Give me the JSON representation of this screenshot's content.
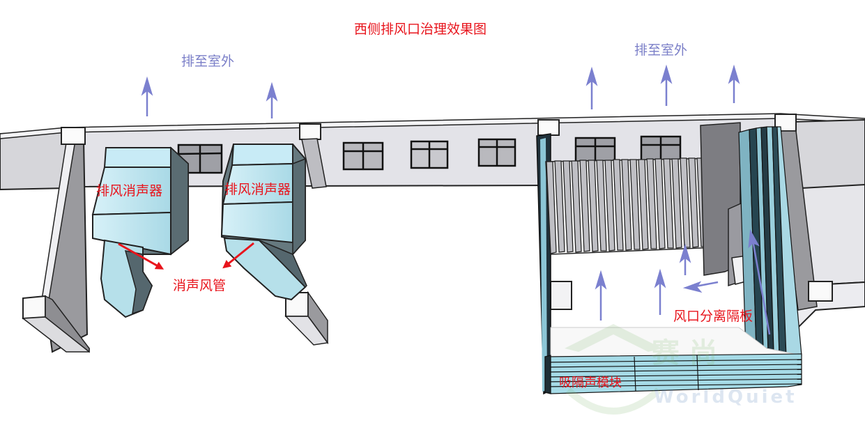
{
  "title": "西侧排风口治理效果图",
  "labels": {
    "exhaust_outdoor_left": "排至室外",
    "exhaust_outdoor_right": "排至室外",
    "silencer_1": "排风消声器",
    "silencer_2": "排风消声器",
    "silencer_duct": "消声风管",
    "separation_panel": "风口分离隔板",
    "absorption_module": "吸隔声模块"
  },
  "watermark": {
    "text": "WorldQuiet",
    "cn": "赛 尚"
  },
  "colors": {
    "title": "#e8141c",
    "label_red": "#e8141c",
    "label_blue": "#7b7fc8",
    "arrow_blue": "#7b80cf",
    "silencer_fill": "#bfe6f2",
    "wall": "#e4e4e8"
  }
}
